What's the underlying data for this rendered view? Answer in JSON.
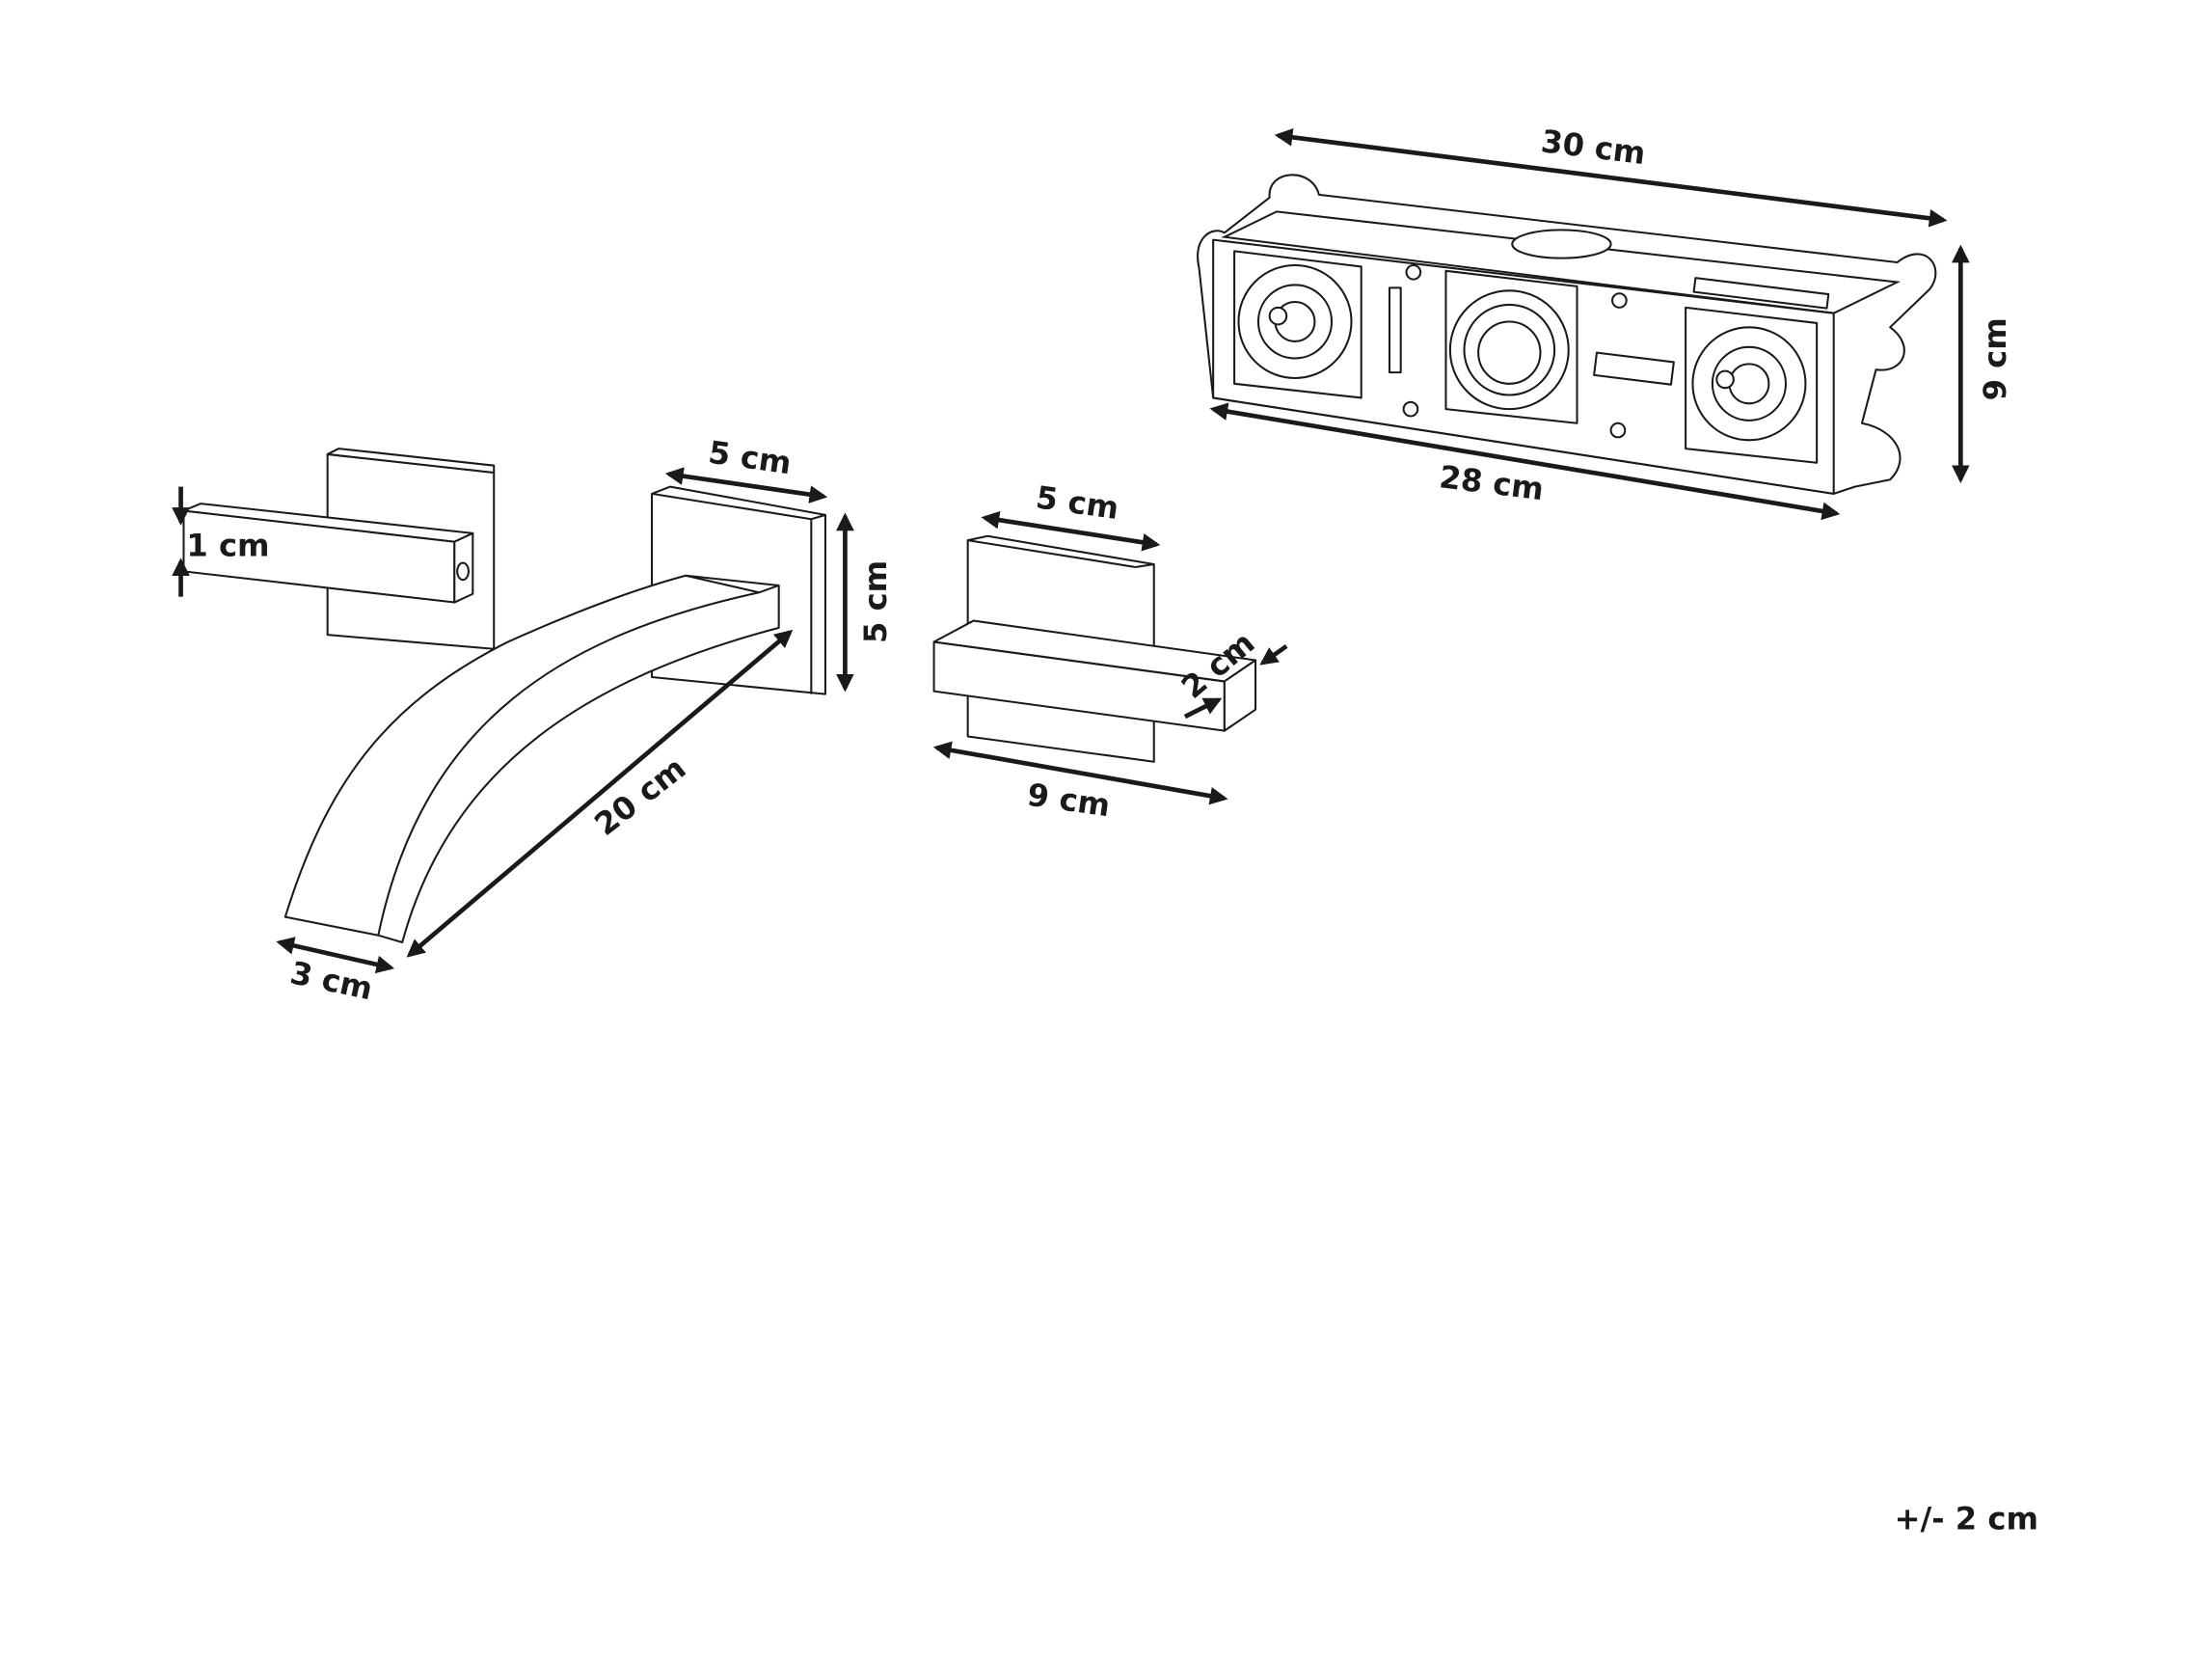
{
  "title": "Wall-mounted faucet dimensions",
  "dimensions": {
    "box_width_top": "30 cm",
    "box_height": "9 cm",
    "box_width_bottom": "28 cm",
    "spout_plate_width": "5 cm",
    "spout_plate_height": "5 cm",
    "lever_thickness": "1 cm",
    "spout_length": "20 cm",
    "spout_tip_width": "3 cm",
    "handle_plate_width": "5 cm",
    "handle_lever_thickness": "2 cm",
    "handle_length": "9 cm"
  },
  "tolerance": "+/- 2 cm"
}
